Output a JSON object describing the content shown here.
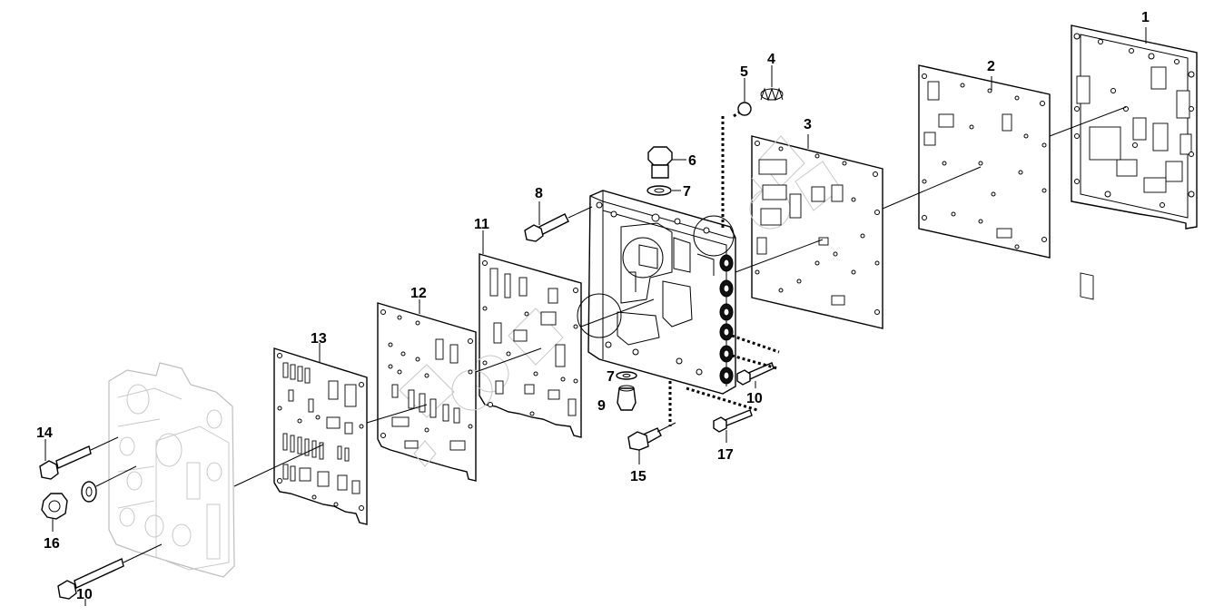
{
  "diagram": {
    "callouts": [
      {
        "id": "c1",
        "text": "1"
      },
      {
        "id": "c2",
        "text": "2"
      },
      {
        "id": "c3",
        "text": "3"
      },
      {
        "id": "c4",
        "text": "4"
      },
      {
        "id": "c5",
        "text": "5"
      },
      {
        "id": "c6",
        "text": "6"
      },
      {
        "id": "c7a",
        "text": "7"
      },
      {
        "id": "c7b",
        "text": "7"
      },
      {
        "id": "c8",
        "text": "8"
      },
      {
        "id": "c9",
        "text": "9"
      },
      {
        "id": "c10a",
        "text": "10"
      },
      {
        "id": "c10b",
        "text": "10"
      },
      {
        "id": "c11",
        "text": "11"
      },
      {
        "id": "c12",
        "text": "12"
      },
      {
        "id": "c13",
        "text": "13"
      },
      {
        "id": "c14",
        "text": "14"
      },
      {
        "id": "c15",
        "text": "15"
      },
      {
        "id": "c16",
        "text": "16"
      },
      {
        "id": "c17",
        "text": "17"
      }
    ]
  }
}
